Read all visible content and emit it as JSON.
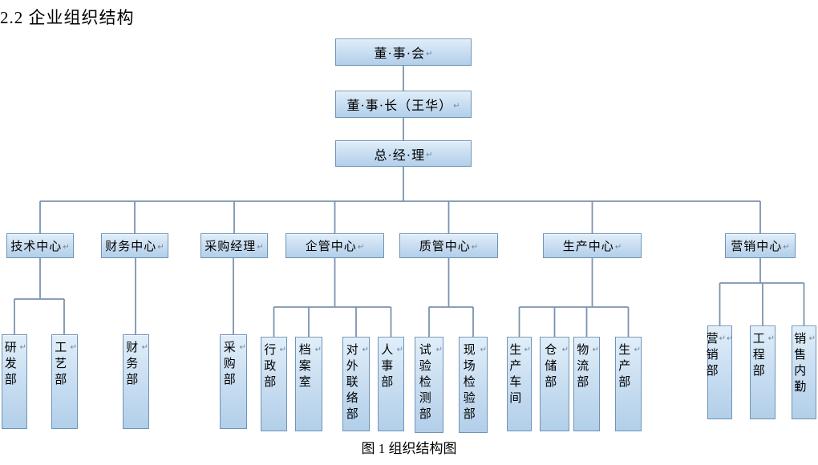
{
  "doc": {
    "heading": "2.2 企业组织结构",
    "caption": "图 1 组织结构图"
  },
  "marks": {
    "return": "↵"
  },
  "colors": {
    "box_fill_top": "#e0eef9",
    "box_fill_bottom": "#b2cfe9",
    "box_border": "#6f94b8",
    "connector_line": "#7b93af",
    "text": "#000000",
    "background": "#ffffff"
  },
  "org": {
    "top": [
      "董·事·会",
      "董·事·长（王华）",
      "总·经·理"
    ],
    "groups": [
      {
        "parent": "技术中心",
        "children": [
          "研发部",
          "工艺部"
        ]
      },
      {
        "parent": "财务中心",
        "children": [
          "财务部"
        ]
      },
      {
        "parent": "采购经理",
        "children": [
          "采购部"
        ]
      },
      {
        "parent": "企管中心",
        "children": [
          "行政部",
          "档案室",
          "对外联络部",
          "人事部"
        ]
      },
      {
        "parent": "质管中心",
        "children": [
          "试验检测部",
          "现场检验部"
        ]
      },
      {
        "parent": "生产中心",
        "children": [
          "生产车间",
          "仓储部",
          "物流部",
          "生产部"
        ]
      },
      {
        "parent": "营销中心",
        "children": [
          "营销部",
          "工程部",
          "销售内勤"
        ]
      }
    ]
  }
}
